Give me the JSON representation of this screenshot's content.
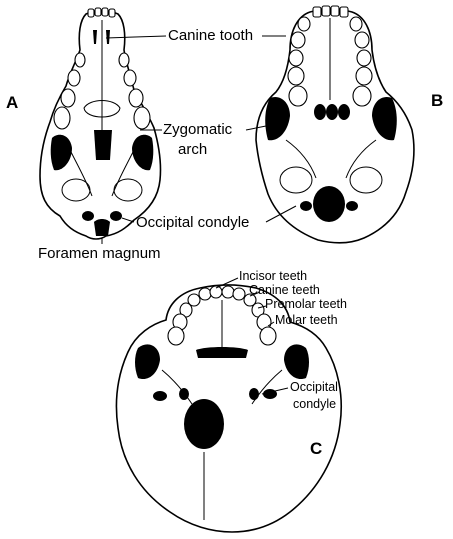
{
  "panels": {
    "a": {
      "letter": "A",
      "labels": {
        "canine_tooth": "Canine tooth",
        "zygomatic_arch_line1": "Zygomatic",
        "zygomatic_arch_line2": "arch",
        "occipital_condyle": "Occipital condyle",
        "foramen_magnum": "Foramen magnum"
      }
    },
    "b": {
      "letter": "B"
    },
    "c": {
      "letter": "C",
      "labels": {
        "incisor_teeth": "Incisor teeth",
        "canine_teeth": "Canine teeth",
        "premolar_teeth": "Premolar teeth",
        "molar_teeth": "Molar teeth",
        "occipital_condyle_line1": "Occipital",
        "occipital_condyle_line2": "condyle"
      }
    }
  },
  "colors": {
    "ink": "#000000",
    "background": "#ffffff"
  }
}
